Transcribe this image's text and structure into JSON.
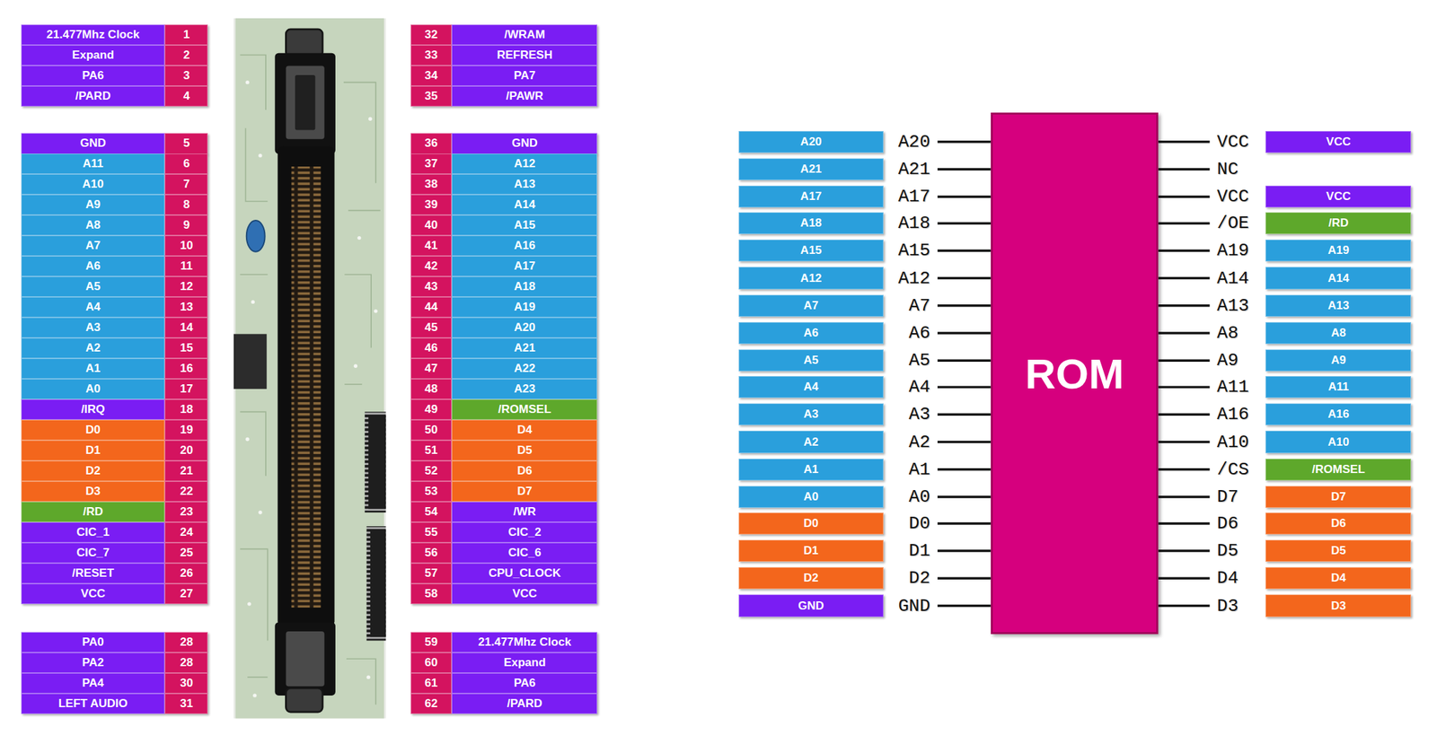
{
  "diagram": {
    "nodes": [
      {
        "text": [
          "ROM"
        ]
      }
    ],
    "labels": [
      "21.477Mhz Clock",
      "1",
      "Expand",
      "2",
      "PA6",
      "3",
      "/PARD",
      "4",
      "GND",
      "5",
      "A11",
      "6",
      "A10",
      "7",
      "A9",
      "8",
      "A8",
      "9",
      "A7",
      "10",
      "A6",
      "11",
      "A5",
      "12",
      "A4",
      "13",
      "A3",
      "14",
      "A2",
      "15",
      "A1",
      "16",
      "A0",
      "17",
      "/IRQ",
      "18",
      "D0",
      "19",
      "D1",
      "20",
      "D2",
      "21",
      "D3",
      "22",
      "/RD",
      "23",
      "CIC_1",
      "24",
      "CIC_7",
      "25",
      "/RESET",
      "26",
      "VCC",
      "27",
      "PA0",
      "28",
      "PA2",
      "28",
      "PA4",
      "30",
      "LEFT AUDIO",
      "31",
      "32",
      "/WRAM",
      "33",
      "REFRESH",
      "34",
      "PA7",
      "35",
      "/PAWR",
      "36",
      "GND",
      "37",
      "A12",
      "38",
      "A13",
      "39",
      "A14",
      "40",
      "A15",
      "41",
      "A16",
      "42",
      "A17",
      "43",
      "A18",
      "44",
      "A19",
      "45",
      "A20",
      "46",
      "A21",
      "47",
      "A22",
      "48",
      "A23",
      "49",
      "/ROMSEL",
      "50",
      "D4",
      "51",
      "D5",
      "52",
      "D6",
      "53",
      "D7",
      "54",
      "/WR",
      "55",
      "CIC_2",
      "56",
      "CIC_6",
      "57",
      "CPU_CLOCK",
      "58",
      "VCC",
      "59",
      "21.477Mhz Clock",
      "60",
      "Expand",
      "61",
      "PA6",
      "62",
      "/PARD",
      "A20",
      "A20",
      "A21",
      "A21",
      "A17",
      "A17",
      "A18",
      "A18",
      "A15",
      "A15",
      "A12",
      "A12",
      "A7",
      "A7",
      "A6",
      "A6",
      "A5",
      "A5",
      "A4",
      "A4",
      "A3",
      "A3",
      "A2",
      "A2",
      "A1",
      "A1",
      "A0",
      "A0",
      "D0",
      "D0",
      "D1",
      "D1",
      "D2",
      "D2",
      "GND",
      "GND",
      "VCC",
      "VCC",
      "NC",
      "VCC",
      "VCC",
      "/OE",
      "/RD",
      "A19",
      "A19",
      "A14",
      "A14",
      "A13",
      "A13",
      "A8",
      "A8",
      "A9",
      "A9",
      "A11",
      "A11",
      "A16",
      "A16",
      "A10",
      "A10",
      "/CS",
      "/ROMSEL",
      "D7",
      "D7",
      "D6",
      "D6",
      "D5",
      "D5",
      "D4",
      "D4",
      "D3",
      "D3"
    ]
  }
}
